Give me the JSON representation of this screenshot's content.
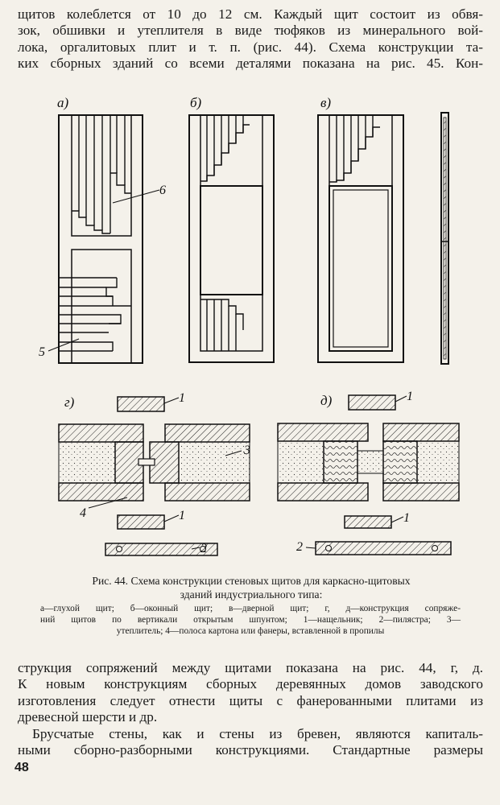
{
  "page": {
    "number": "48",
    "top_paragraph": [
      "щитов колеблется от 10 до 12 см. Каждый щит состоит из обвя-",
      "зок, обшивки и утеплителя в виде тюфяков из минерального вой-",
      "лока, оргалитовых плит и т. п. (рис. 44). Схема конструкции та-",
      "ких сборных зданий со всеми деталями показана на рис. 45. Кон-"
    ],
    "bottom_paragraph_1": [
      "струкция сопряжений между щитами показана на рис. 44, г, д.",
      "К новым конструкциям сборных деревянных домов заводского",
      "изготовления следует отнести щиты с фанерованными плитами из",
      "древесной шерсти и др."
    ],
    "bottom_paragraph_2": [
      "Брусчатые стены, как и стены из бревен, являются капиталь-",
      "ными сборно-разборными конструкциями. Стандартные размеры"
    ]
  },
  "figure": {
    "panel_labels": {
      "a": "а)",
      "b": "б)",
      "v": "в)",
      "g": "г)",
      "d": "д)"
    },
    "callouts": {
      "c1": "1",
      "c2": "2",
      "c3": "3",
      "c4": "4",
      "c5": "5",
      "c6": "6"
    },
    "caption_title": [
      "Рис. 44. Схема конструкции стеновых щитов для каркасно-щитовых",
      "зданий индустриального типа:"
    ],
    "caption_description": [
      "а—глухой щит; б—оконный щит; в—дверной щит; г, д—конструкция сопряже-",
      "ний щитов по вертикали открытым шпунтом; 1—нащельник; 2—пилястра; 3—",
      "утеплитель; 4—полоса картона или фанеры, вставленной в пропилы"
    ]
  }
}
